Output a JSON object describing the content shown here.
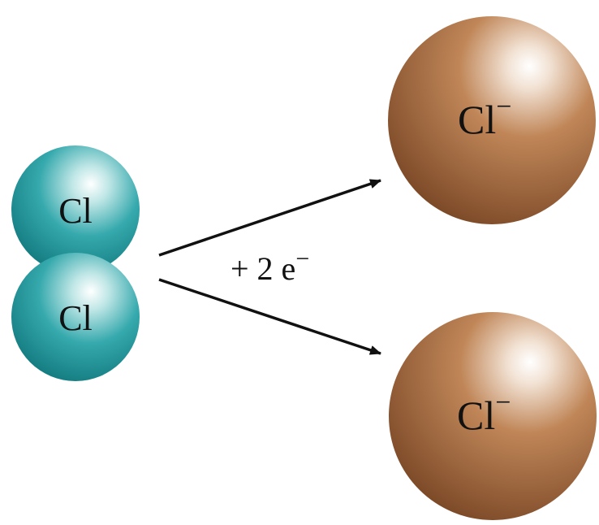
{
  "molecule": {
    "atoms": [
      {
        "symbol": "Cl"
      },
      {
        "symbol": "Cl"
      }
    ],
    "color": "#1f9ea3"
  },
  "reaction": {
    "electrons_prefix": "+ 2 e",
    "electrons_charge": "−"
  },
  "ions": [
    {
      "symbol": "Cl",
      "charge": "−"
    },
    {
      "symbol": "Cl",
      "charge": "−"
    }
  ],
  "ion_color": "#9a5e35"
}
